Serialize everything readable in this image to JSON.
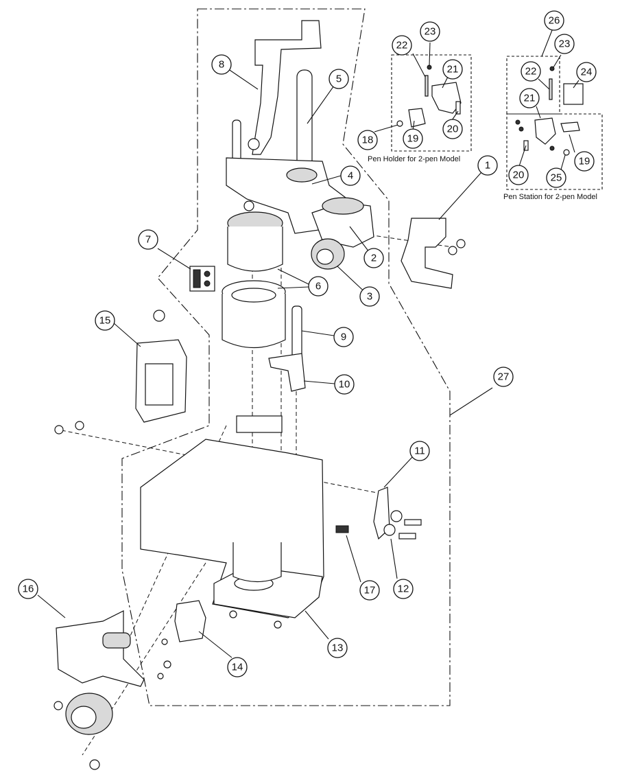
{
  "captions": {
    "pen_holder": "Pen Holder for 2-pen Model",
    "pen_station": "Pen Station for 2-pen Model"
  },
  "callouts": [
    {
      "id": "c1",
      "label": "1"
    },
    {
      "id": "c2",
      "label": "2"
    },
    {
      "id": "c3",
      "label": "3"
    },
    {
      "id": "c4",
      "label": "4"
    },
    {
      "id": "c5",
      "label": "5"
    },
    {
      "id": "c6",
      "label": "6"
    },
    {
      "id": "c7",
      "label": "7"
    },
    {
      "id": "c8",
      "label": "8"
    },
    {
      "id": "c9",
      "label": "9"
    },
    {
      "id": "c10",
      "label": "10"
    },
    {
      "id": "c11",
      "label": "11"
    },
    {
      "id": "c12",
      "label": "12"
    },
    {
      "id": "c13",
      "label": "13"
    },
    {
      "id": "c14",
      "label": "14"
    },
    {
      "id": "c15",
      "label": "15"
    },
    {
      "id": "c16",
      "label": "16"
    },
    {
      "id": "c17",
      "label": "17"
    },
    {
      "id": "c18",
      "label": "18"
    },
    {
      "id": "c19a",
      "label": "19"
    },
    {
      "id": "c19b",
      "label": "19"
    },
    {
      "id": "c20a",
      "label": "20"
    },
    {
      "id": "c20b",
      "label": "20"
    },
    {
      "id": "c21a",
      "label": "21"
    },
    {
      "id": "c21b",
      "label": "21"
    },
    {
      "id": "c22a",
      "label": "22"
    },
    {
      "id": "c22b",
      "label": "22"
    },
    {
      "id": "c23a",
      "label": "23"
    },
    {
      "id": "c23b",
      "label": "23"
    },
    {
      "id": "c24",
      "label": "24"
    },
    {
      "id": "c25",
      "label": "25"
    },
    {
      "id": "c26",
      "label": "26"
    },
    {
      "id": "c27",
      "label": "27"
    }
  ]
}
